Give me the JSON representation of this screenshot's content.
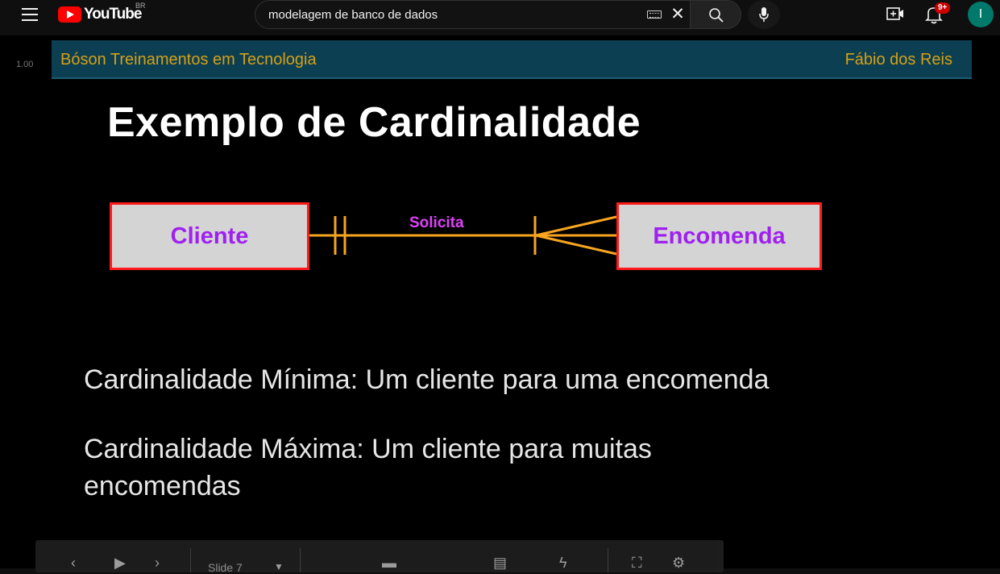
{
  "masthead": {
    "logo_text": "YouTube",
    "country_code": "BR",
    "search_query": "modelagem de banco de dados",
    "notification_count": "9+",
    "avatar_initial": "I",
    "avatar_color": "#00796b"
  },
  "player": {
    "speed_label": "1.00"
  },
  "slide": {
    "org": "Bóson Treinamentos em Tecnologia",
    "author": "Fábio dos Reis",
    "title": "Exemplo de Cardinalidade",
    "entity_left": "Cliente",
    "entity_right": "Encomenda",
    "relationship": "Solicita",
    "card_min": "Cardinalidade Mínima: Um cliente para uma encomenda",
    "card_max": "Cardinalidade Máxima: Um cliente para muitas encomendas"
  },
  "controls": {
    "slide_number": "Slide 7"
  }
}
